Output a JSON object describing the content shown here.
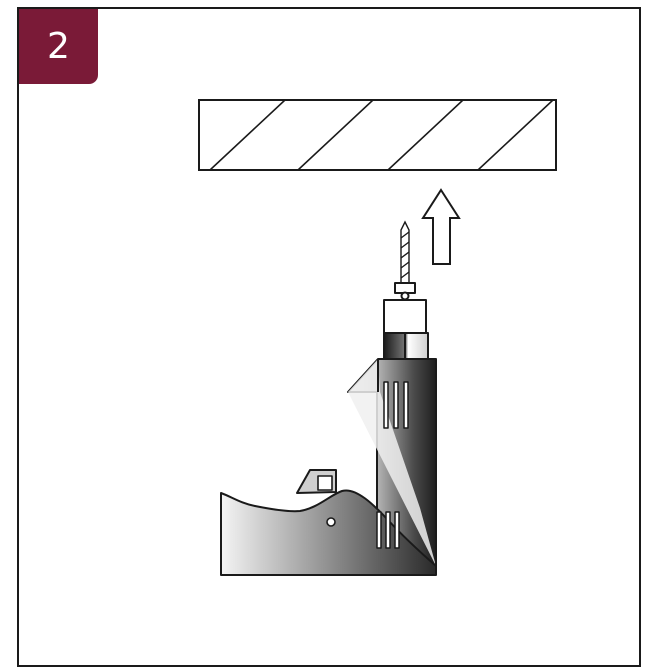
{
  "step": {
    "number": "2",
    "badge_color": "#7a1a37"
  },
  "illustration": {
    "elements": [
      "hatched-wall",
      "up-arrow-icon",
      "drill-bit",
      "power-drill"
    ]
  }
}
